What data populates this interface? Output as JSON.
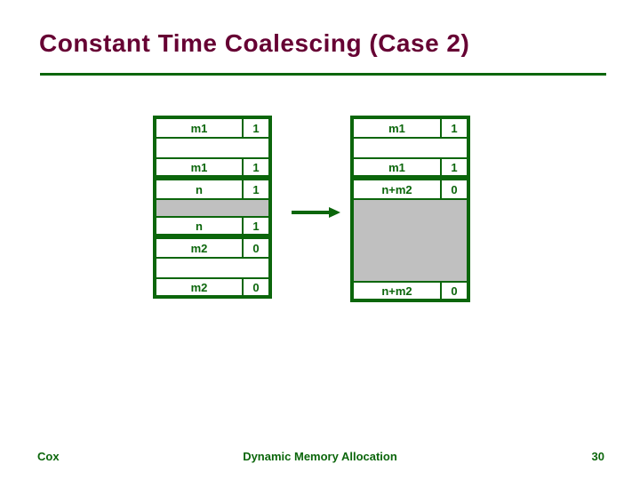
{
  "slide": {
    "title": "Constant Time Coalescing (Case 2)",
    "footer": {
      "author": "Cox",
      "center": "Dynamic Memory Allocation",
      "page": "30"
    }
  },
  "colors": {
    "title_maroon": "#660033",
    "accent_green": "#0b660b",
    "gray_fill": "#c0c0c0"
  },
  "diagram": {
    "before": {
      "name": "heap before coalescing",
      "blocks": [
        {
          "rows": [
            {
              "type": "cells",
              "label": "m1",
              "bit": "1"
            },
            {
              "type": "empty"
            },
            {
              "type": "cells",
              "label": "m1",
              "bit": "1"
            }
          ]
        },
        {
          "rows": [
            {
              "type": "cells",
              "label": "n",
              "bit": "1"
            },
            {
              "type": "gray"
            },
            {
              "type": "cells",
              "label": "n",
              "bit": "1"
            }
          ]
        },
        {
          "rows": [
            {
              "type": "cells",
              "label": "m2",
              "bit": "0"
            },
            {
              "type": "empty"
            },
            {
              "type": "cells",
              "label": "m2",
              "bit": "0"
            }
          ]
        }
      ]
    },
    "after": {
      "name": "heap after coalescing",
      "blocks": [
        {
          "rows": [
            {
              "type": "cells",
              "label": "m1",
              "bit": "1"
            },
            {
              "type": "empty"
            },
            {
              "type": "cells",
              "label": "m1",
              "bit": "1"
            }
          ]
        },
        {
          "rows": [
            {
              "type": "cells",
              "label": "n+m2",
              "bit": "0"
            },
            {
              "type": "gray-tall"
            },
            {
              "type": "cells",
              "label": "n+m2",
              "bit": "0"
            }
          ]
        }
      ]
    }
  }
}
